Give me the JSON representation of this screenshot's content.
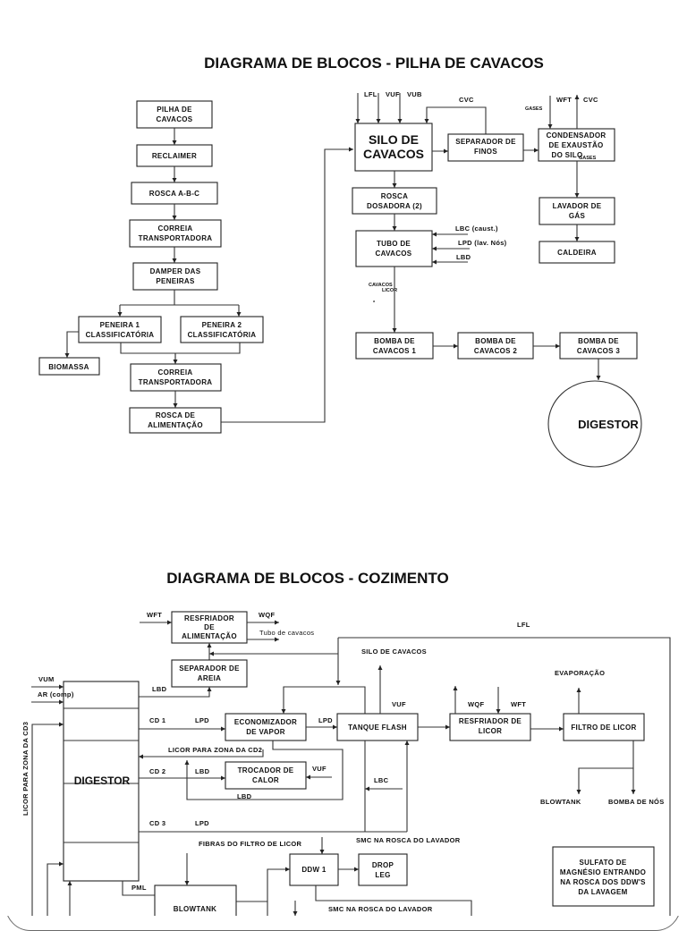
{
  "slide1": {
    "title": "DIAGRAMA DE BLOCOS - PILHA DE CAVACOS",
    "blocks": {
      "pilha": [
        "PILHA DE",
        "CAVACOS"
      ],
      "reclaimer": [
        "RECLAIMER"
      ],
      "rosca_abc": [
        "ROSCA  A-B-C"
      ],
      "correia1": [
        "CORREIA",
        "TRANSPORTADORA"
      ],
      "damper": [
        "DAMPER DAS",
        "PENEIRAS"
      ],
      "peneira1": [
        "PENEIRA 1",
        "CLASSIFICATÓRIA"
      ],
      "peneira2": [
        "PENEIRA 2",
        "CLASSIFICATÓRIA"
      ],
      "biomassa": [
        "BIOMASSA"
      ],
      "correia2": [
        "CORREIA",
        "TRANSPORTADORA"
      ],
      "rosca_alim": [
        "ROSCA DE",
        "ALIMENTAÇÃO"
      ],
      "silo": [
        "SILO DE",
        "CAVACOS"
      ],
      "separador": [
        "SEPARADOR DE",
        "FINOS"
      ],
      "condensador": [
        "CONDENSADOR",
        "DE EXAUSTÃO",
        "DO SILO"
      ],
      "rosca_dos": [
        "ROSCA",
        "DOSADORA (2)"
      ],
      "tubo": [
        "TUBO DE",
        "CAVACOS"
      ],
      "lavador": [
        "LAVADOR DE",
        "GÁS"
      ],
      "caldeira": [
        "CALDEIRA"
      ],
      "bomba1": [
        "BOMBA DE",
        "CAVACOS    1"
      ],
      "bomba2": [
        "BOMBA DE",
        "CAVACOS    2"
      ],
      "bomba3": [
        "BOMBA DE",
        "CAVACOS    3"
      ],
      "digestor": "DIGESTOR"
    },
    "labels": {
      "lfl": "LFL",
      "vuf": "VUF",
      "vub": "VUB",
      "cvc1": "CVC",
      "gases1": "GASES",
      "wft": "WFT",
      "cvc2": "CVC",
      "gases2": "GASES",
      "lbc": "LBC (caust.)",
      "lpd": "LPD (lav. Nós)",
      "lbd": "LBD",
      "cavacos": "CAVACOS",
      "licor": "LICOR",
      "asterisk": "*"
    }
  },
  "slide2": {
    "title": "DIAGRAMA DE BLOCOS - COZIMENTO",
    "blocks": {
      "resfriador_alim": [
        "RESFRIADOR",
        "DE",
        "ALIMENTAÇÃO"
      ],
      "separador_areia": [
        "SEPARADOR DE",
        "AREIA"
      ],
      "digestor": "DIGESTOR",
      "economizador": [
        "ECONOMIZADOR",
        "DE VAPOR"
      ],
      "tanque_flash": [
        "TANQUE FLASH"
      ],
      "resfriador_licor": [
        "RESFRIADOR DE",
        "LICOR"
      ],
      "filtro_licor": [
        "FILTRO DE LICOR"
      ],
      "trocador": [
        "TROCADOR DE",
        "CALOR"
      ],
      "ddw1": [
        "DDW 1"
      ],
      "drop_leg": [
        "DROP",
        "LEG"
      ],
      "blowtank": [
        "BLOWTANK"
      ],
      "sulfato_note": [
        "SULFATO DE",
        "MAGNÉSIO ENTRANDO",
        "NA ROSCA DOS DDW'S",
        "DA LAVAGEM"
      ]
    },
    "labels": {
      "wft_top": "WFT",
      "wqf_top": "WQF",
      "tubo_cavacos": "Tubo de cavacos",
      "lfl": "LFL",
      "silo_cavacos": "SILO DE CAVACOS",
      "evaporacao": "EVAPORAÇÃO",
      "vum": "VUM",
      "ar_comp": "AR (comp)",
      "lbd1": "LBD",
      "cd1": "CD 1",
      "lpd1": "LPD",
      "lpd2": "LPD",
      "vuf1": "VUF",
      "wqf": "WQF",
      "wft": "WFT",
      "licor_cd2": "LICOR PARA ZONA DA CD2",
      "cd2": "CD 2",
      "lbd2": "LBD",
      "vuf2": "VUF",
      "lbd3": "LBD",
      "lbc": "LBC",
      "blowtank_out": "BLOWTANK",
      "bomba_nos": "BOMBA DE NÓS",
      "cd3": "CD 3",
      "lpd3": "LPD",
      "licor_cd3": "LICOR PARA ZONA DA CD3",
      "fibras": "FIBRAS DO FILTRO DE LICOR",
      "smc1": "SMC NA ROSCA DO LAVADOR",
      "smc2": "SMC NA ROSCA DO LAVADOR",
      "pml": "PML"
    }
  }
}
